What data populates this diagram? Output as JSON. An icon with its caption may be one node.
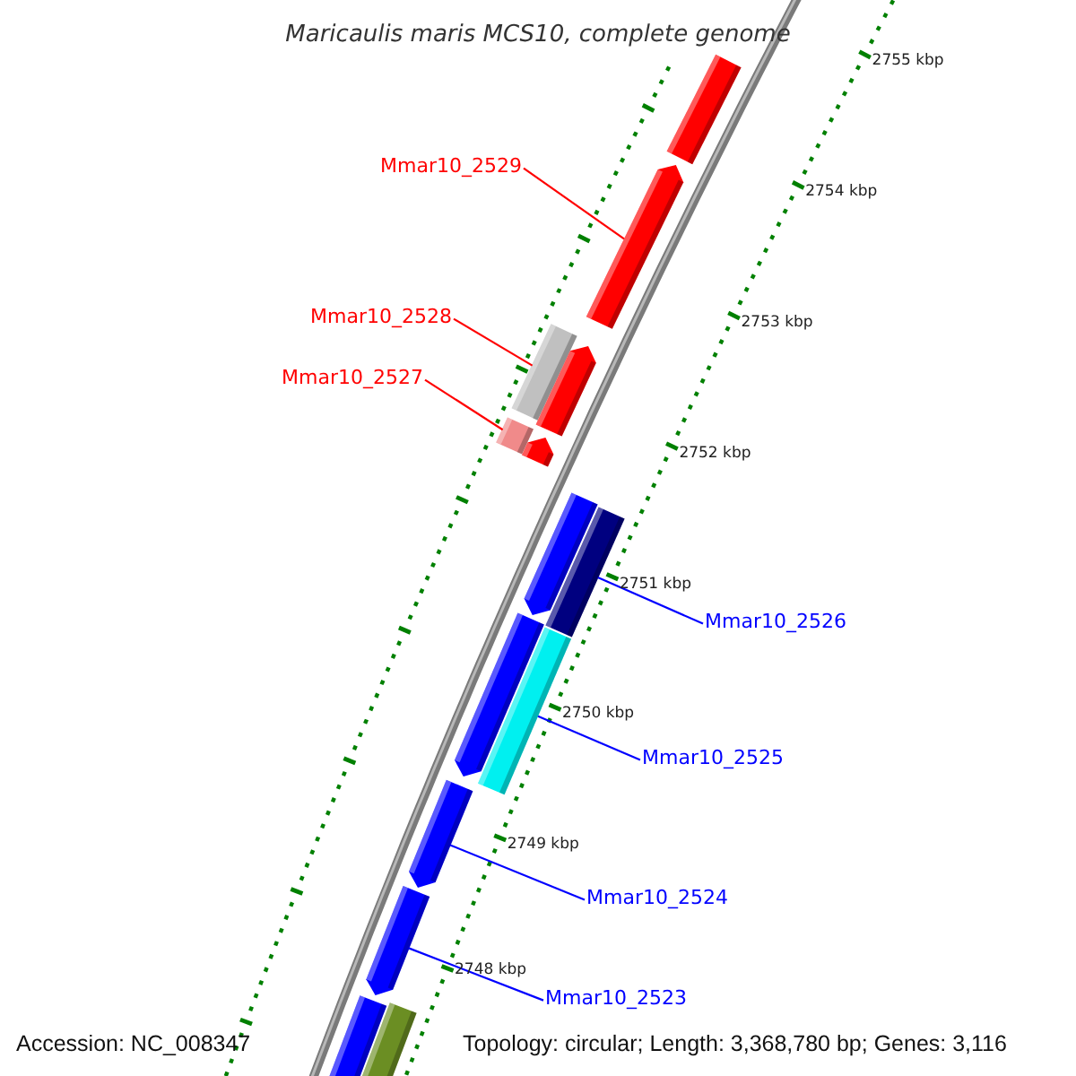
{
  "diagram": {
    "title": "Maricaulis maris MCS10, complete genome",
    "nodes": [
      {
        "text": [
          "Mmar10_2529"
        ]
      },
      {
        "text": [],
        "shape": "arrow"
      },
      {
        "text": [],
        "shape": "arrow"
      },
      {
        "text": [
          "Mmar10_2528"
        ]
      },
      {
        "text": [],
        "shape": "bar"
      },
      {
        "text": [],
        "shape": "arrow"
      },
      {
        "text": [
          "Mmar10_2527"
        ]
      },
      {
        "text": [],
        "shape": "bar"
      },
      {
        "text": [],
        "shape": "arrow"
      },
      {
        "text": [],
        "shape": "bar"
      },
      {
        "text": [],
        "shape": "arrow"
      },
      {
        "text": [
          "Mmar10_2526"
        ]
      },
      {
        "text": [],
        "shape": "arrow"
      },
      {
        "text": [],
        "shape": "bar"
      },
      {
        "text": [
          "Mmar10_2525"
        ]
      },
      {
        "text": [],
        "shape": "arrow"
      },
      {
        "text": [
          "Mmar10_2524"
        ]
      },
      {
        "text": [],
        "shape": "arrow"
      },
      {
        "text": [
          "Mmar10_2523"
        ]
      },
      {
        "text": [],
        "shape": "arrow"
      },
      {
        "text": [],
        "shape": "bar"
      }
    ],
    "edges": [
      {
        "from": 0,
        "to": 2,
        "arrow": "none",
        "color": "#ff0000"
      },
      {
        "from": 3,
        "to": 4,
        "arrow": "none",
        "color": "#ff0000"
      },
      {
        "from": 6,
        "to": 7,
        "arrow": "none",
        "color": "#ff0000"
      },
      {
        "from": 11,
        "to": 9,
        "arrow": "none"
      },
      {
        "from": 14,
        "to": 13,
        "arrow": "none"
      },
      {
        "from": 16,
        "to": 15,
        "arrow": "none"
      },
      {
        "from": 18,
        "to": 17,
        "arrow": "none"
      }
    ],
    "labels": [
      "2755 kbp",
      "2754 kbp",
      "2753 kbp",
      "2752 kbp",
      "2751 kbp",
      "2750 kbp",
      "2749 kbp",
      "2748 kbp",
      "Accession: NC_008347",
      "Topology: circular; Length: 3,368,780 bp; Genes: 3,116"
    ]
  }
}
